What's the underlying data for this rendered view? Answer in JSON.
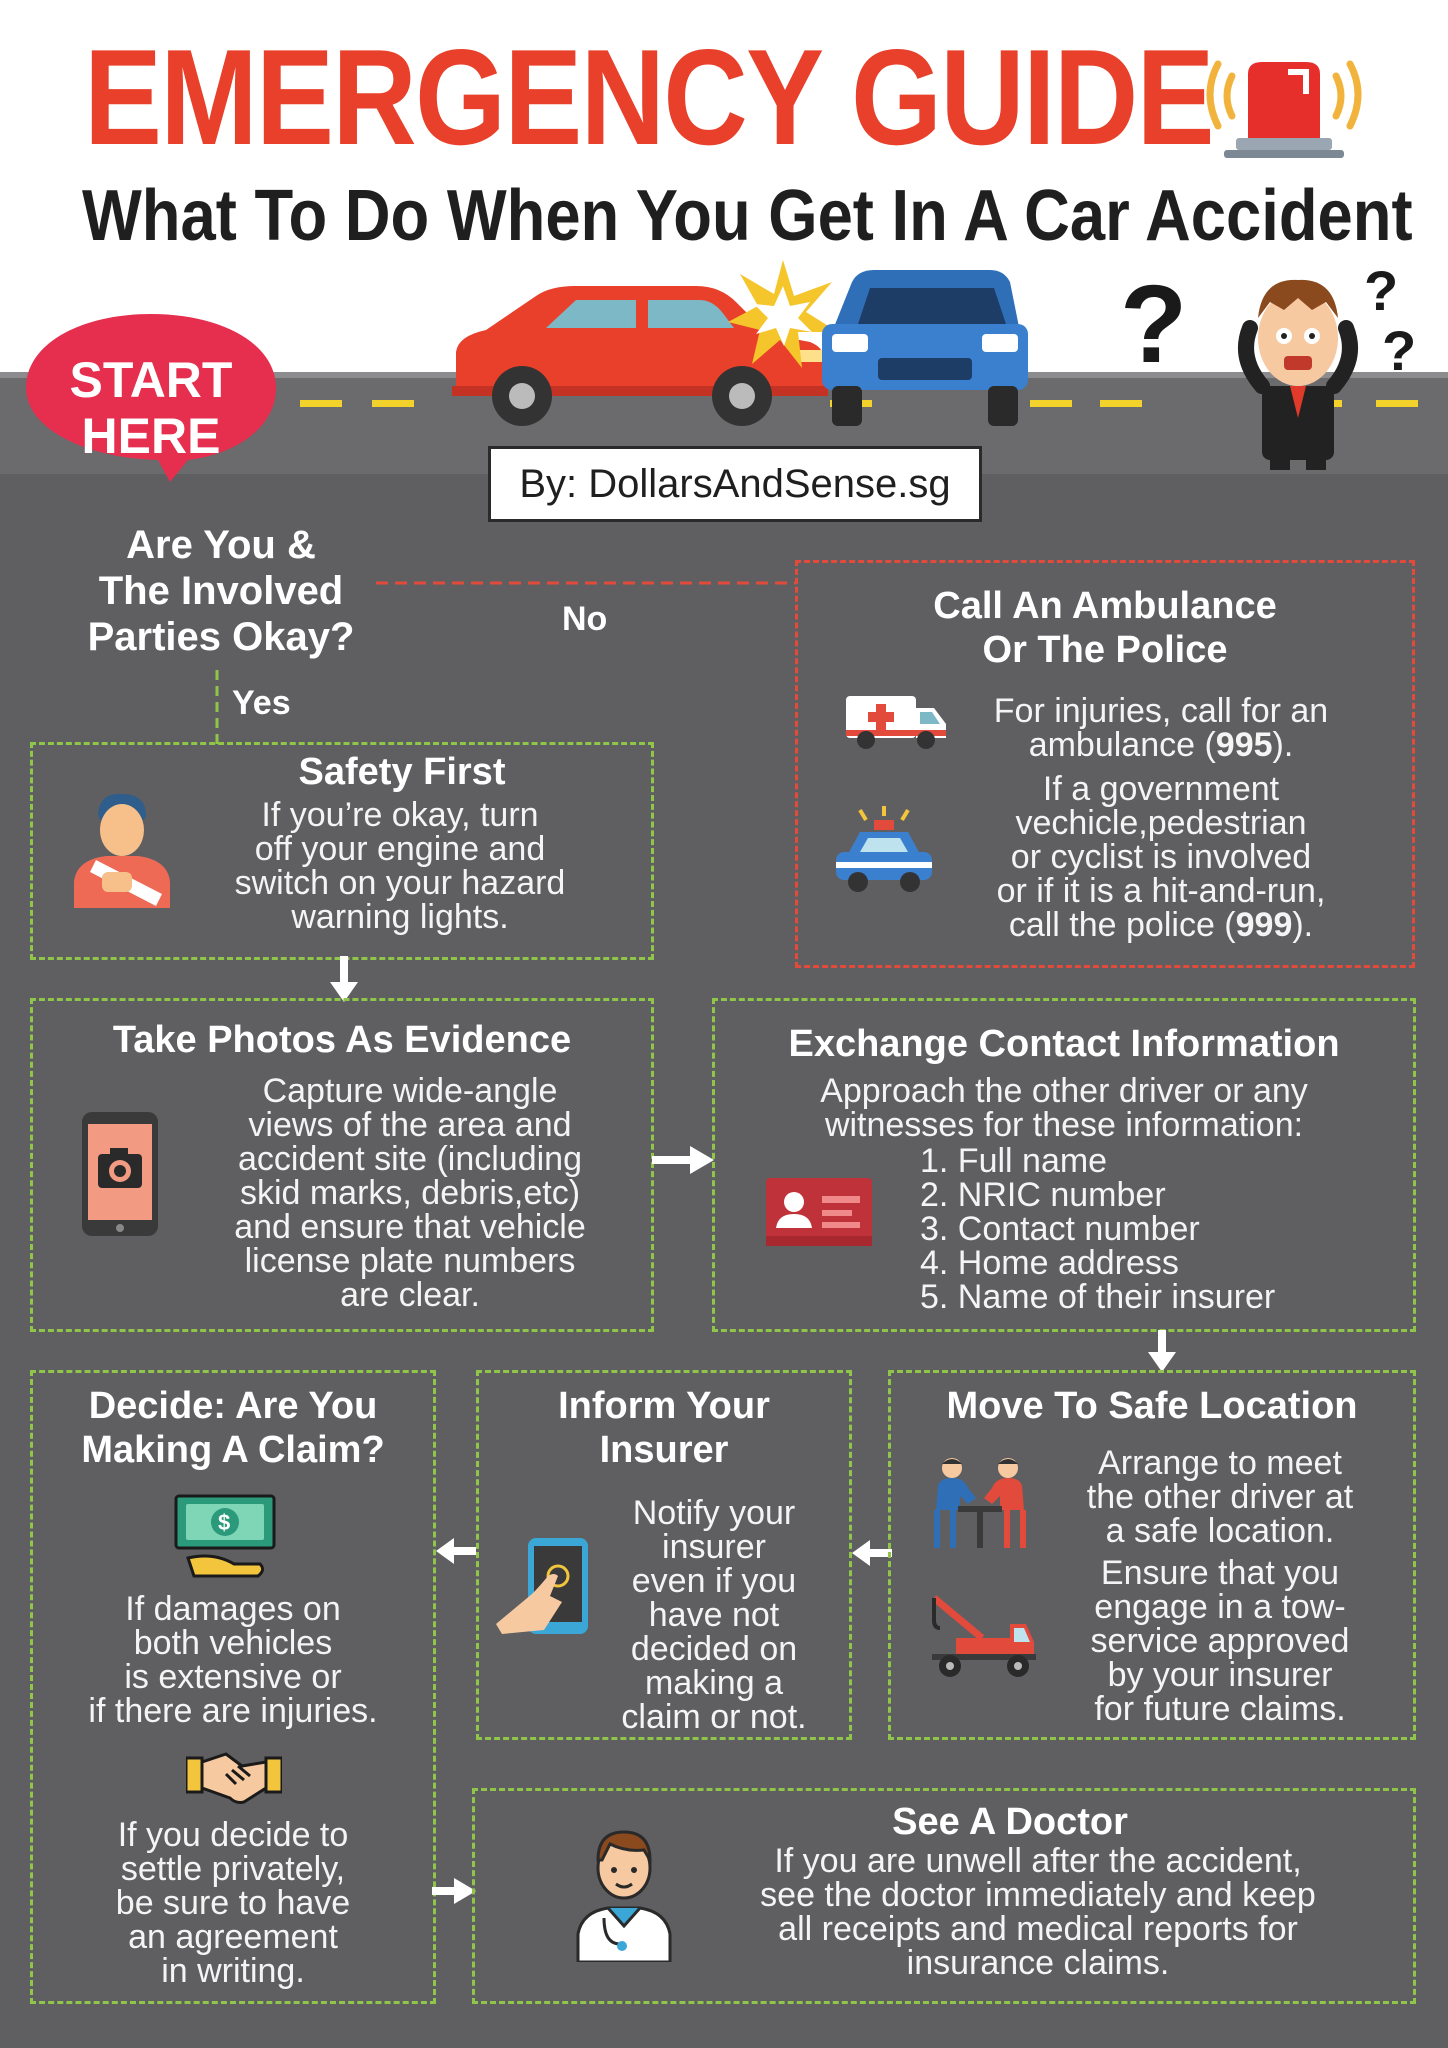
{
  "header": {
    "title": "EMERGENCY GUIDE",
    "subtitle": "What To Do When You Get In A Car Accident",
    "byline": "By: DollarsAndSense.sg",
    "start_label_line1": "START",
    "start_label_line2": "HERE"
  },
  "question": {
    "line1": "Are You &",
    "line2": "The Involved",
    "line3": "Parties Okay?",
    "no_label": "No",
    "yes_label": "Yes"
  },
  "ambulance": {
    "title_line1": "Call An Ambulance",
    "title_line2": "Or The Police",
    "text1_line1": "For injuries, call for an",
    "text1_line2_pre": "ambulance (",
    "text1_number": "995",
    "text1_line2_post": ").",
    "text2_line1": "If a government",
    "text2_line2": "vechicle,pedestrian",
    "text2_line3": "or cyclist is involved",
    "text2_line4": "or if it is a hit-and-run,",
    "text2_line5_pre": "call the police (",
    "text2_number": "999",
    "text2_line5_post": ")."
  },
  "safety": {
    "title": "Safety First",
    "lines": [
      "If you’re okay, turn",
      "off your engine and",
      "switch on your hazard",
      "warning lights."
    ]
  },
  "photos": {
    "title": "Take Photos As Evidence",
    "lines": [
      "Capture wide-angle",
      "views of the area and",
      "accident site (including",
      "skid marks, debris,etc)",
      "and ensure that vehicle",
      "license plate numbers",
      "are clear."
    ]
  },
  "exchange": {
    "title": "Exchange Contact Information",
    "intro": [
      "Approach the other driver or any",
      "witnesses for these information:"
    ],
    "items": [
      "1. Full name",
      "2. NRIC number",
      "3. Contact number",
      "4. Home address",
      "5. Name of their insurer"
    ]
  },
  "decide": {
    "title_line1": "Decide: Are You",
    "title_line2": "Making A Claim?",
    "text1": [
      "If damages on",
      "both vehicles",
      "is extensive or",
      "if there are injuries."
    ],
    "text2": [
      "If you decide to",
      "settle privately,",
      "be sure to have",
      "an agreement",
      "in writing."
    ]
  },
  "inform": {
    "title_line1": "Inform Your",
    "title_line2": "Insurer",
    "lines": [
      "Notify your",
      "insurer",
      "even if you",
      "have not",
      "decided on",
      "making a",
      "claim or not."
    ]
  },
  "move": {
    "title": "Move To Safe Location",
    "text1": [
      "Arrange to meet",
      "the other driver at",
      "a safe location."
    ],
    "text2": [
      "Ensure that you",
      "engage in a tow-",
      "service approved",
      "by your insurer",
      "for future claims."
    ]
  },
  "doctor": {
    "title": "See A Doctor",
    "lines": [
      "If you are unwell after the accident,",
      "see the doctor immediately and keep",
      "all receipts and medical reports for",
      "insurance claims."
    ]
  },
  "colors": {
    "accent_red": "#e8402a",
    "dash_green": "#8fc64a",
    "dash_red": "#e24a3c",
    "background": "#5f5f61"
  },
  "icons": [
    "siren-icon",
    "red-car-icon",
    "blue-car-icon",
    "confused-man-icon",
    "ambulance-icon",
    "police-car-icon",
    "injured-person-icon",
    "camera-phone-icon",
    "id-card-icon",
    "money-hand-icon",
    "handshake-icon",
    "tap-phone-icon",
    "meeting-icon",
    "tow-truck-icon",
    "doctor-icon"
  ]
}
